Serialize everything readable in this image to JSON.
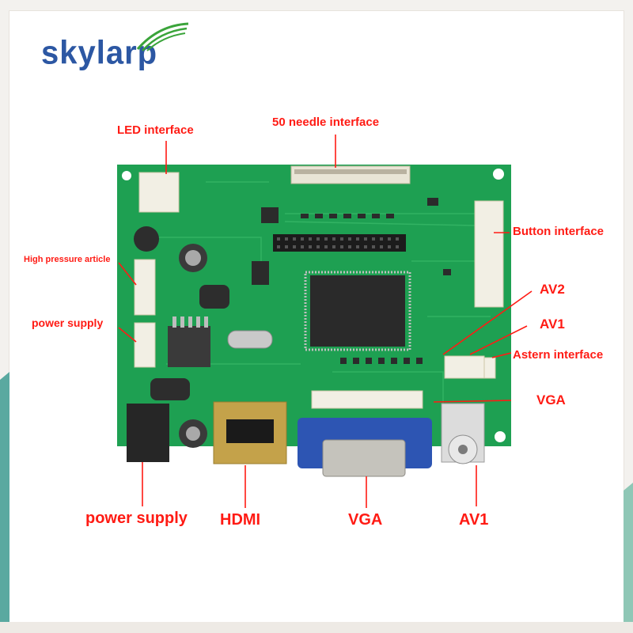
{
  "brand": {
    "logo_text": "skylarp",
    "color": "#2c57a3"
  },
  "labels": {
    "led_interface": "LED interface",
    "needle_interface": "50 needle interface",
    "button_interface": "Button interface",
    "high_pressure_article": "High pressure article",
    "power_supply_side": "power supply",
    "av2": "AV2",
    "av1_right": "AV1",
    "astern_interface": "Astern interface",
    "vga_right": "VGA",
    "power_supply_bottom": "power supply",
    "hdmi": "HDMI",
    "vga_bottom": "VGA",
    "av1_bottom": "AV1"
  },
  "label_color": "#ff1b14",
  "board_color": "#1ea052",
  "vga_port_color": "#2d55b3",
  "hdmi_port_color": "#c4a24a"
}
